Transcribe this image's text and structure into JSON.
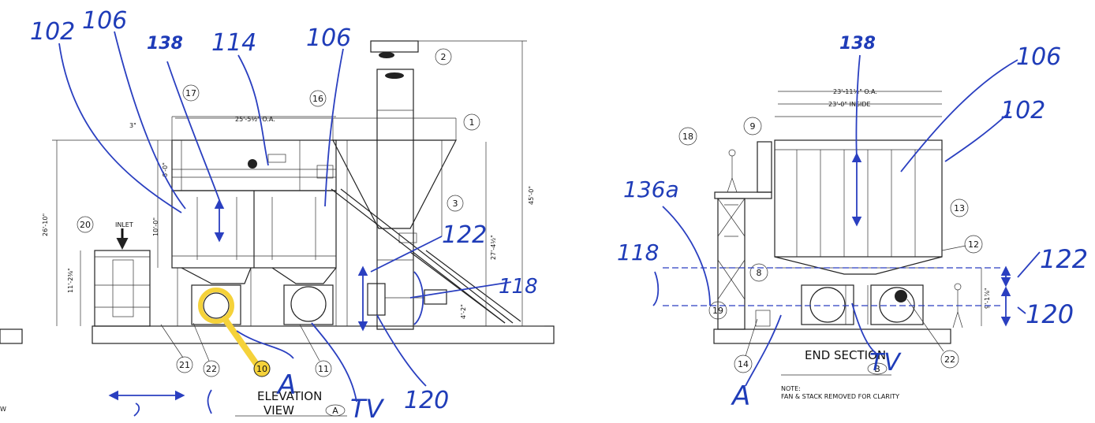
{
  "elevation_view": {
    "title_line1": "ELEVATION",
    "title_line2": "VIEW",
    "view_tag": "A",
    "inlet_label": "INLET",
    "dims": {
      "overall_width": "25'-5½\" O.A.",
      "height_overall": "26'-10\"",
      "height_upper": "6'-0\"",
      "height_mid": "10'-0\"",
      "height_lower": "11'-2⅜\"",
      "stack_height": "45'-0\"",
      "tower_height": "27'-4½\"",
      "hopper_height": "4'-2\"",
      "offset": "3\""
    },
    "callouts": [
      "17",
      "16",
      "2",
      "1",
      "3",
      "20",
      "21",
      "22",
      "11",
      "10"
    ]
  },
  "end_section": {
    "title": "END SECTION",
    "view_tag": "B",
    "note_label": "NOTE:",
    "note_text": "FAN & STACK REMOVED FOR CLARITY",
    "dims": {
      "overall": "23'-11½\" O.A.",
      "inside": "23'-0\" INSIDE",
      "hopper": "9'-1⅞\""
    },
    "callouts": [
      "9",
      "18",
      "13",
      "12",
      "8",
      "19",
      "14",
      "22"
    ]
  },
  "handwritten": {
    "left": [
      "102",
      "106",
      "138",
      "114",
      "106",
      "122",
      "118",
      "120",
      "A",
      "TV"
    ],
    "right": [
      "138",
      "106",
      "102",
      "136a",
      "118",
      "122",
      "120",
      "TV",
      "A"
    ]
  },
  "colors": {
    "annotation_blue": "#1f3cb8",
    "highlight_yellow": "#f5d23a",
    "print_black": "#222222"
  },
  "margin_char": "W"
}
